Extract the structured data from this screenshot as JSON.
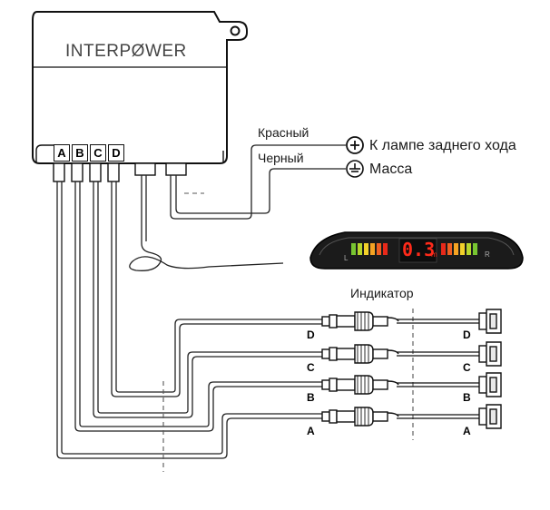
{
  "brand": "INTERPØWER",
  "ports": [
    "A",
    "B",
    "C",
    "D"
  ],
  "wires": {
    "red_label": "Красный",
    "black_label": "Черный",
    "plus_target": "К лампе заднего хода",
    "ground_target": "Масса"
  },
  "indicator": {
    "caption": "Индикатор",
    "reading": "0.3",
    "unit": "m",
    "left_mark": "L",
    "right_mark": "R"
  },
  "sensors": [
    {
      "left_label": "D",
      "right_label": "D"
    },
    {
      "left_label": "C",
      "right_label": "C"
    },
    {
      "left_label": "B",
      "right_label": "B"
    },
    {
      "left_label": "A",
      "right_label": "A"
    }
  ]
}
